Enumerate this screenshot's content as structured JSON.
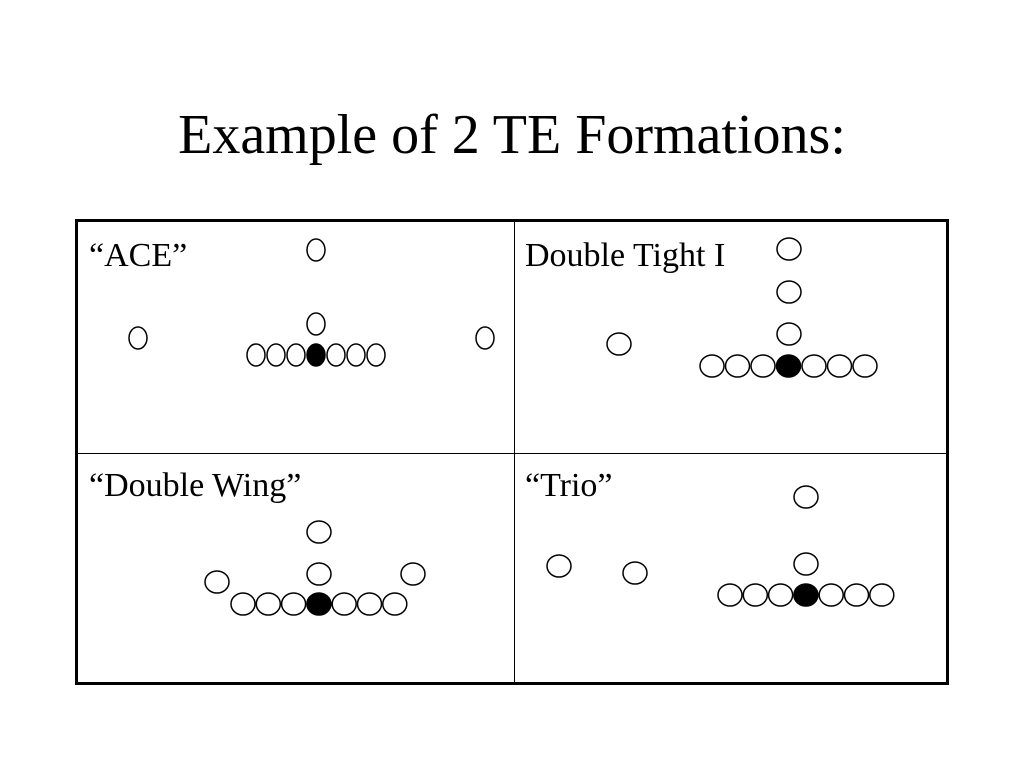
{
  "title": "Example of 2 TE Formations:",
  "colors": {
    "background": "#ffffff",
    "line": "#000000",
    "player_fill": "#ffffff",
    "center_fill": "#000000"
  },
  "icons": {
    "player": "open-circle-player-icon",
    "center": "filled-circle-center-icon"
  },
  "formations": [
    {
      "id": "ace",
      "label": "“ACE”"
    },
    {
      "id": "double-tight-i",
      "label": "Double Tight I"
    },
    {
      "id": "double-wing",
      "label": "“Double Wing”"
    },
    {
      "id": "trio",
      "label": "“Trio”"
    }
  ]
}
